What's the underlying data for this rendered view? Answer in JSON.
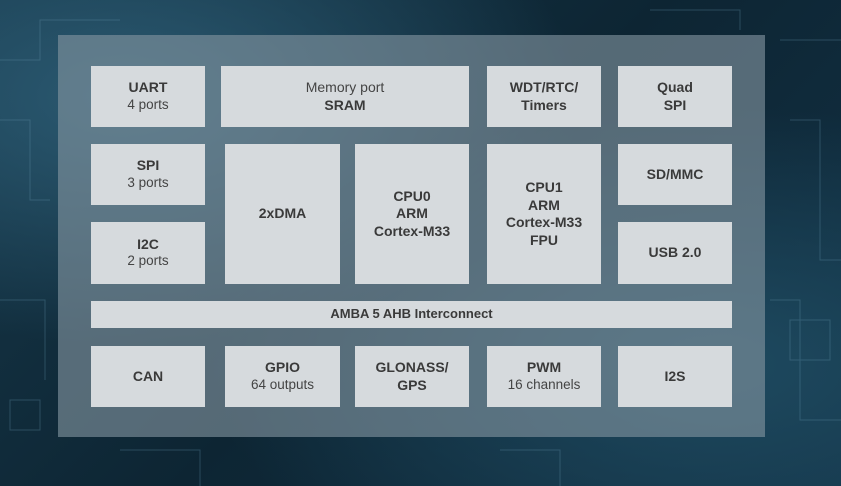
{
  "colors": {
    "background": "#0f2a3a",
    "panel": "#8294a0",
    "block": "#d6dadd",
    "text": "#3a3a3a"
  },
  "blocks": {
    "uart": {
      "name": "UART",
      "detail": "4 ports"
    },
    "memory": {
      "title": "Memory port",
      "name": "SRAM"
    },
    "wdt": {
      "line1": "WDT/RTC/",
      "line2": "Timers"
    },
    "qspi": {
      "line1": "Quad",
      "line2": "SPI"
    },
    "spi": {
      "name": "SPI",
      "detail": "3 ports"
    },
    "dma": {
      "name": "2xDMA"
    },
    "cpu0": {
      "line1": "CPU0",
      "line2": "ARM",
      "line3": "Cortex-M33"
    },
    "cpu1": {
      "line1": "CPU1",
      "line2": "ARM",
      "line3": "Cortex-M33",
      "line4": "FPU"
    },
    "sdmmc": {
      "name": "SD/MMC"
    },
    "i2c": {
      "name": "I2C",
      "detail": "2 ports"
    },
    "usb": {
      "name": "USB 2.0"
    },
    "amba": {
      "name": "AMBA 5 AHB Interconnect"
    },
    "can": {
      "name": "CAN"
    },
    "gpio": {
      "name": "GPIO",
      "detail": "64 outputs"
    },
    "glonass": {
      "line1": "GLONASS/",
      "line2": "GPS"
    },
    "pwm": {
      "name": "PWM",
      "detail": "16 channels"
    },
    "i2s": {
      "name": "I2S"
    }
  }
}
